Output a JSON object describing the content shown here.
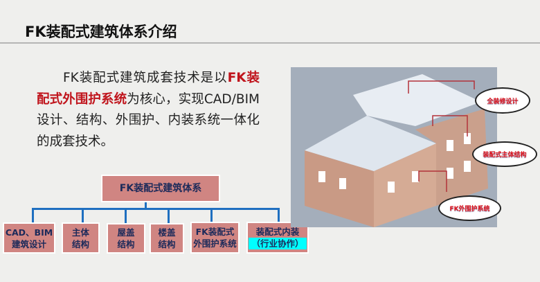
{
  "title": "FK装配式建筑体系介绍",
  "paragraph": {
    "part1": "FK装配式建筑成套技术是以",
    "highlight": "FK装配式外围护系统",
    "part2": "为核心，实现CAD/BIM设计、结构、外围护、内装系统一体化的成套技术。"
  },
  "org_chart": {
    "root": "FK装配式建筑体系",
    "children": [
      {
        "line1": "CAD、BIM",
        "line2": "建筑设计"
      },
      {
        "line1": "主体",
        "line2": "结构"
      },
      {
        "line1": "屋盖",
        "line2": "结构"
      },
      {
        "line1": "楼盖",
        "line2": "结构"
      },
      {
        "line1": "FK装配式",
        "line2": "外围护系统"
      },
      {
        "line1": "装配式内装",
        "line2": "（行业协作）"
      }
    ]
  },
  "callouts": [
    "全装修设计",
    "装配式主体结构",
    "FK外围护系统"
  ],
  "colors": {
    "highlight": "#c0141c",
    "box": "#d08582",
    "connector": "#1f6fc0"
  }
}
